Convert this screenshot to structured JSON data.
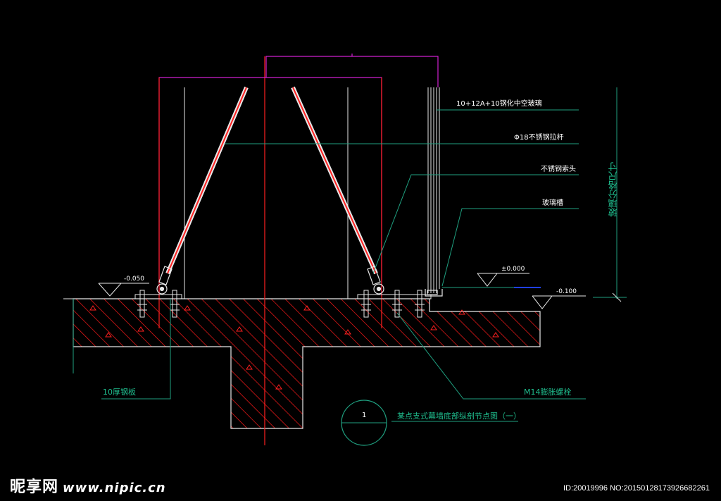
{
  "labels": {
    "glass": "10+12A+10钢化中空玻璃",
    "rod": "Φ18不锈钢拉杆",
    "clamp": "不锈钢索头",
    "slot": "玻璃槽",
    "plate": "10厚钢板",
    "bolt": "M14膨胀螺栓",
    "elev_left": "-0.050",
    "elev_zero": "±0.000",
    "elev_right": "-0.100",
    "vertical_dim": "玻璃分格尺寸",
    "detail_num": "1",
    "detail_title": "某点支式幕墙底部纵剖节点图（一）"
  },
  "watermark": {
    "logo": "昵享网",
    "site": "www.nipic.cn",
    "id": "ID:20019996 NO:20150128173926682261"
  },
  "colors": {
    "background": "#000000",
    "red": "#ff2020",
    "magenta": "#d020d0",
    "leader": "#1fa080",
    "white": "#e8e8e8"
  }
}
